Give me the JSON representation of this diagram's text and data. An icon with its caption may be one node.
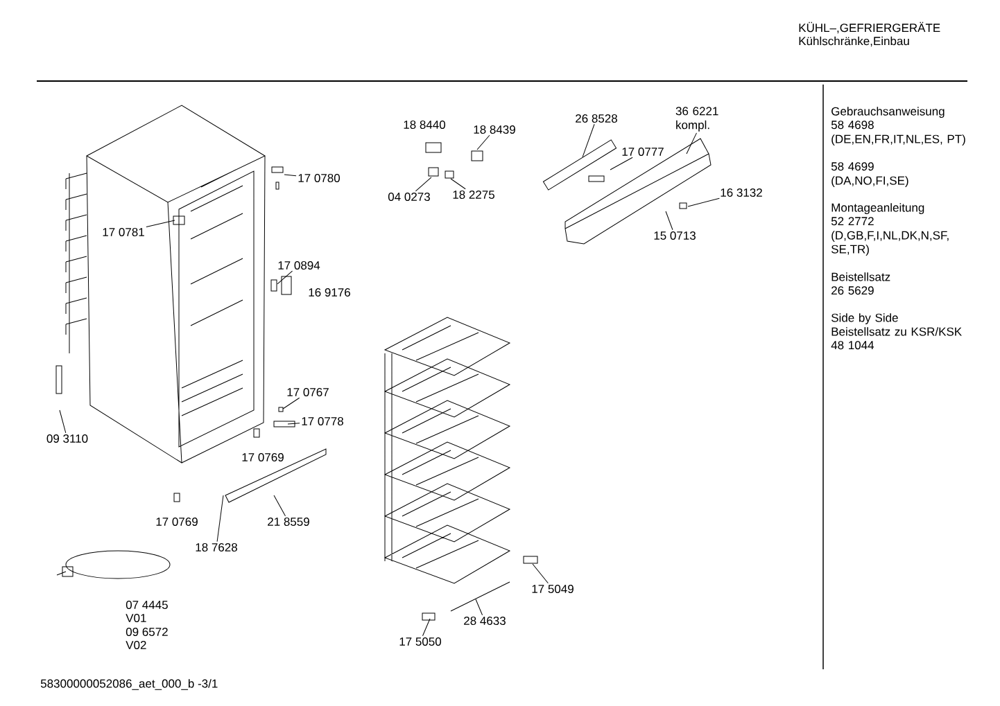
{
  "diagram": {
    "nodes": [
      {
        "text": [
          "18 8439"
        ]
      },
      {
        "text": [
          "04 0273"
        ]
      },
      {
        "text": [
          "18 2275"
        ]
      },
      {
        "text": [
          "26 8528"
        ]
      },
      {
        "text": [
          "36 6221 kompl."
        ]
      },
      {
        "text": [
          "17 0777"
        ]
      },
      {
        "text": [
          "16 3132"
        ]
      },
      {
        "text": [
          "15 0713"
        ]
      },
      {
        "text": [
          "17 0780"
        ]
      },
      {
        "text": [
          "17 0781"
        ]
      },
      {
        "text": [
          "17 0894"
        ]
      },
      {
        "text": [
          "09 3110"
        ]
      },
      {
        "text": [
          "17 0767"
        ]
      },
      {
        "text": [
          "17 0778"
        ]
      },
      {
        "text": [
          "21 8559"
        ]
      },
      {
        "text": [
          "18 7628"
        ]
      },
      {
        "text": [
          "17 5049"
        ]
      },
      {
        "text": [
          "28 4633"
        ]
      },
      {
        "text": [
          "17 5050"
        ]
      },
      {
        "text": [],
        "shape": "board"
      }
    ],
    "edges": [
      {
        "from": 0,
        "to": null,
        "arrow": "none"
      },
      {
        "from": 1,
        "to": null,
        "arrow": "none"
      },
      {
        "from": 2,
        "to": null,
        "arrow": "none"
      },
      {
        "from": 3,
        "to": 19,
        "arrow": "none"
      },
      {
        "from": 4,
        "to": null,
        "arrow": "none"
      },
      {
        "from": 5,
        "to": null,
        "arrow": "none"
      },
      {
        "from": 6,
        "to": null,
        "arrow": "none"
      },
      {
        "from": 7,
        "to": null,
        "arrow": "none"
      },
      {
        "from": 8,
        "to": null,
        "arrow": "none"
      },
      {
        "from": 9,
        "to": null,
        "arrow": "none"
      },
      {
        "from": 10,
        "to": null,
        "arrow": "none"
      },
      {
        "from": 11,
        "to": null,
        "arrow": "none"
      },
      {
        "from": 12,
        "to": null,
        "arrow": "none"
      },
      {
        "from": 13,
        "to": null,
        "arrow": "none"
      },
      {
        "from": 14,
        "to": null,
        "arrow": "none"
      },
      {
        "from": 15,
        "to": null,
        "arrow": "none"
      },
      {
        "from": 16,
        "to": null,
        "arrow": "none"
      },
      {
        "from": 17,
        "to": null,
        "arrow": "none"
      },
      {
        "from": 18,
        "to": null,
        "arrow": "none"
      }
    ],
    "labels": [
      "KÜHL–,GEFRIERGERÄTE",
      "Kühlschränke,Einbau",
      "18 8440",
      "16 9176",
      "17 0769",
      "17 0769",
      "07 4445",
      "V01",
      "09 6572",
      "V02",
      "Gebrauchsanweisung",
      "58 4698",
      "(DE,EN,FR,IT,NL,ES, PT)",
      "58 4699",
      "(DA,NO,FI,SE)",
      "Montageanleitung",
      "52 2772",
      "(D,GB,F,I,NL,DK,N,SF, SE,TR)",
      "Beistellsatz",
      "26 5629",
      "Side by Side",
      "Beistellsatz zu KSR/KSK",
      "48 1044",
      "58300000052086_aet_000_b -3/1"
    ]
  }
}
